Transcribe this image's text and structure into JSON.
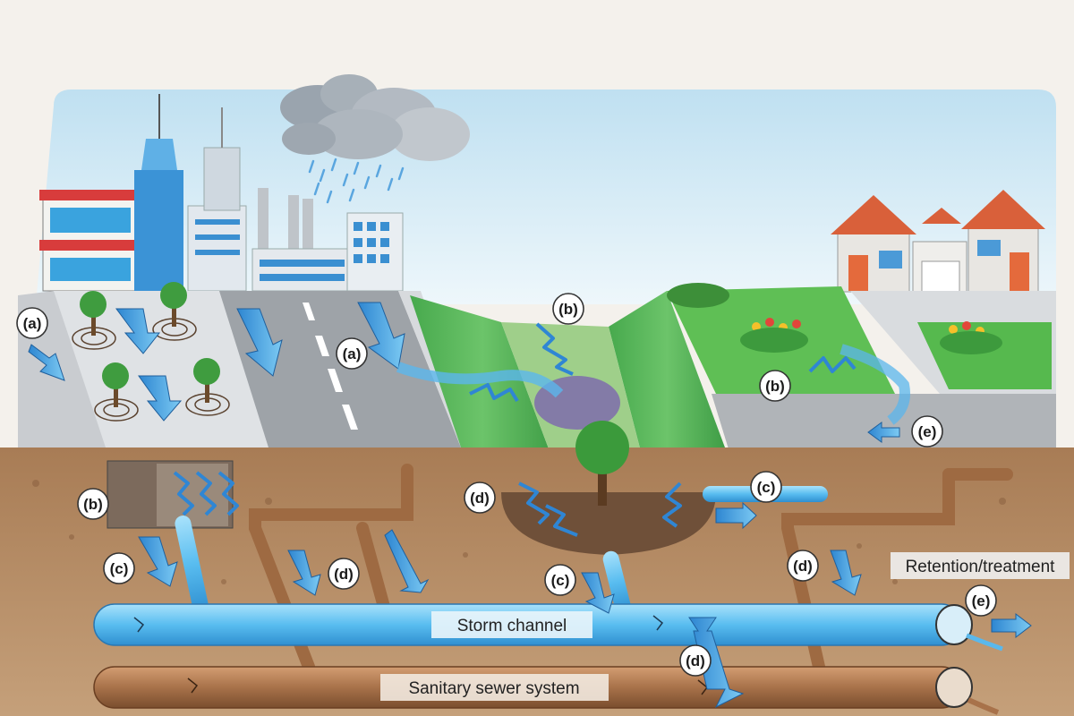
{
  "labels": {
    "a": "(a)",
    "b": "(b)",
    "c": "(c)",
    "d": "(d)",
    "e": "(e)"
  },
  "captions": {
    "storm_channel": "Storm channel",
    "sanitary_sewer": "Sanitary sewer system",
    "retention": "Retention/treatment"
  },
  "colors": {
    "sky": "#cfe6f2",
    "soil": "#b48a62",
    "storm_pipe": "#6fc6ef",
    "sewer_pipe": "#a8724a",
    "water_arrow": "#3d9ce0",
    "grass": "#59b65a"
  }
}
